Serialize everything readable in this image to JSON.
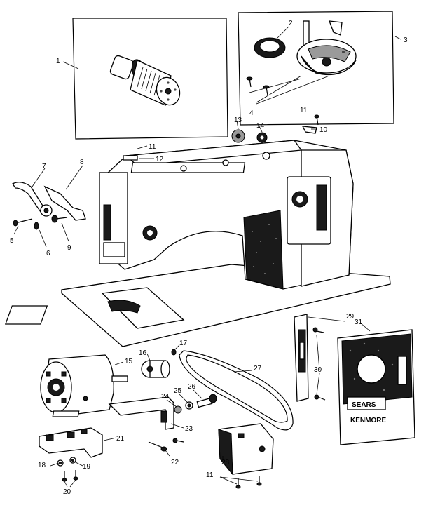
{
  "labels": [
    {
      "id": "1",
      "text": "1"
    },
    {
      "id": "2",
      "text": "2"
    },
    {
      "id": "3",
      "text": "3"
    },
    {
      "id": "4",
      "text": "4"
    },
    {
      "id": "5",
      "text": "5"
    },
    {
      "id": "6",
      "text": "6"
    },
    {
      "id": "7",
      "text": "7"
    },
    {
      "id": "8",
      "text": "8"
    },
    {
      "id": "9",
      "text": "9"
    },
    {
      "id": "10",
      "text": "10"
    },
    {
      "id": "11a",
      "text": "11"
    },
    {
      "id": "11b",
      "text": "11"
    },
    {
      "id": "11c",
      "text": "11"
    },
    {
      "id": "12",
      "text": "12"
    },
    {
      "id": "13",
      "text": "13"
    },
    {
      "id": "14",
      "text": "14"
    },
    {
      "id": "15",
      "text": "15"
    },
    {
      "id": "16",
      "text": "16"
    },
    {
      "id": "17",
      "text": "17"
    },
    {
      "id": "18",
      "text": "18"
    },
    {
      "id": "19",
      "text": "19"
    },
    {
      "id": "20",
      "text": "20"
    },
    {
      "id": "21",
      "text": "21"
    },
    {
      "id": "22",
      "text": "22"
    },
    {
      "id": "23",
      "text": "23"
    },
    {
      "id": "24",
      "text": "24"
    },
    {
      "id": "25",
      "text": "25"
    },
    {
      "id": "26",
      "text": "26"
    },
    {
      "id": "27",
      "text": "27"
    },
    {
      "id": "28",
      "text": "28"
    },
    {
      "id": "29",
      "text": "29"
    },
    {
      "id": "30",
      "text": "30"
    },
    {
      "id": "31",
      "text": "31"
    }
  ],
  "nameplate": {
    "brand": "SEARS",
    "model": "KENMORE"
  }
}
